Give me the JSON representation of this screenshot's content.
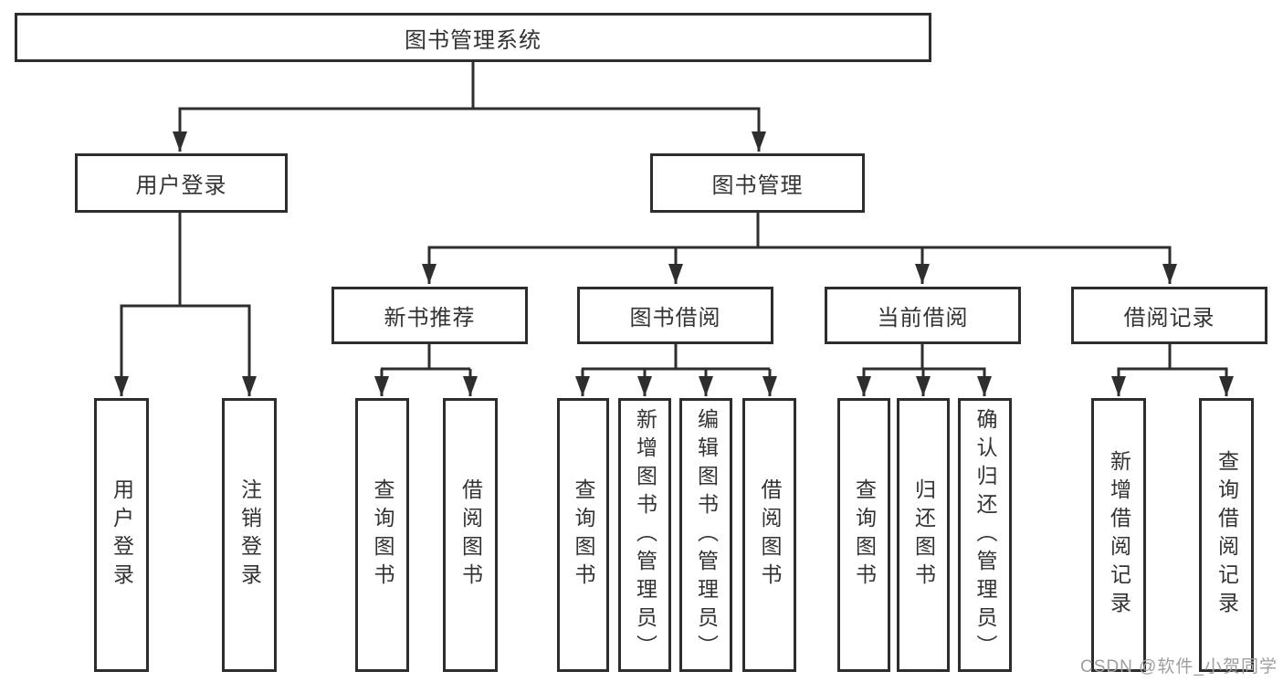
{
  "colors": {
    "background": "#ffffff",
    "line": "#2e2e2e",
    "box_border": "#2d2d2d",
    "text": "#333333",
    "watermark": "#9e9e9e"
  },
  "watermark": {
    "text": "CSDN @软件_小贺同学"
  },
  "diagram": {
    "root": {
      "label": "图书管理系统"
    },
    "branches": [
      {
        "label": "用户登录",
        "children": [
          "用户登录",
          "注销登录"
        ]
      },
      {
        "label": "图书管理",
        "sections": [
          {
            "label": "新书推荐",
            "children": [
              "查询图书",
              "借阅图书"
            ]
          },
          {
            "label": "图书借阅",
            "children": [
              "查询图书",
              "新增图书（管理员）",
              "编辑图书（管理员）",
              "借阅图书"
            ]
          },
          {
            "label": "当前借阅",
            "children": [
              "查询图书",
              "归还图书",
              "确认归还（管理员）"
            ]
          },
          {
            "label": "借阅记录",
            "children": [
              "新增借阅记录",
              "查询借阅记录"
            ]
          }
        ]
      }
    ]
  }
}
